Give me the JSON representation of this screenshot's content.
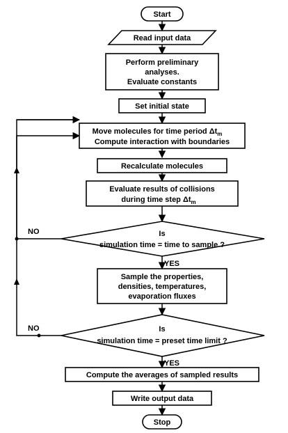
{
  "nodes": {
    "start": "Start",
    "read_input": "Read input data",
    "preliminary": [
      "Perform preliminary",
      "analyses.",
      "Evaluate constants"
    ],
    "initial_state": "Set initial state",
    "move": [
      "Move molecules for time period Δt",
      "Compute interaction with boundaries"
    ],
    "recalculate": "Recalculate molecules",
    "collisions": [
      "Evaluate results of collisions",
      "during time step Δt"
    ],
    "decision_sample": [
      "Is",
      "simulation time = time to sample ?"
    ],
    "sample": [
      "Sample the properties,",
      "densities, temperatures,",
      "evaporation fluxes"
    ],
    "decision_limit": [
      "Is",
      "simulation time = preset time limit ?"
    ],
    "averages": "Compute the averages of sampled results",
    "write_output": "Write output data",
    "stop": "Stop"
  },
  "labels": {
    "subscript_m": "m",
    "yes_1": "YES",
    "no_1": "NO",
    "yes_2": "YES",
    "no_2": "NO"
  }
}
